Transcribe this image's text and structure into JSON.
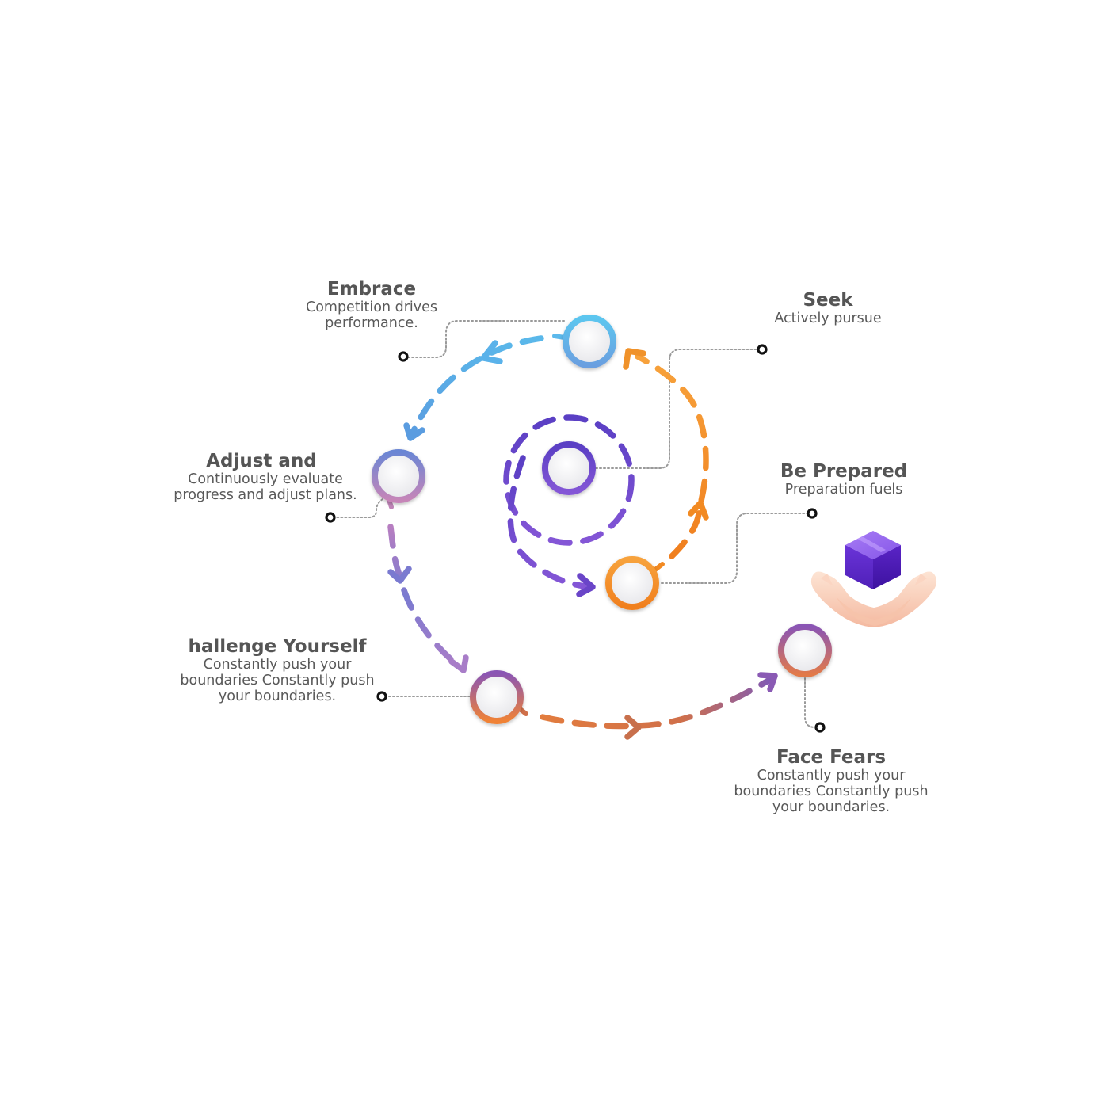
{
  "steps": [
    {
      "id": "seek",
      "title": "Seek",
      "desc": "Actively pursue"
    },
    {
      "id": "be-prepared",
      "title": "Be Prepared",
      "desc": "Preparation fuels"
    },
    {
      "id": "embrace",
      "title": "Embrace",
      "desc": "Competition drives performance."
    },
    {
      "id": "adjust",
      "title": "Adjust and",
      "desc": "Continuously evaluate progress and adjust plans."
    },
    {
      "id": "challenge",
      "title": "hallenge Yourself",
      "desc": "Constantly push your boundaries Constantly push your boundaries."
    },
    {
      "id": "face-fears",
      "title": "Face Fears",
      "desc": "Constantly push your boundaries Constantly push your boundaries."
    }
  ],
  "colors": {
    "blue": "#4fb3ea",
    "purple": "#6a45c8",
    "orange": "#f28a22",
    "mauve": "#a27bc0",
    "text": "#555555"
  },
  "icons": [
    "gift-box-icon",
    "open-hands-icon"
  ]
}
